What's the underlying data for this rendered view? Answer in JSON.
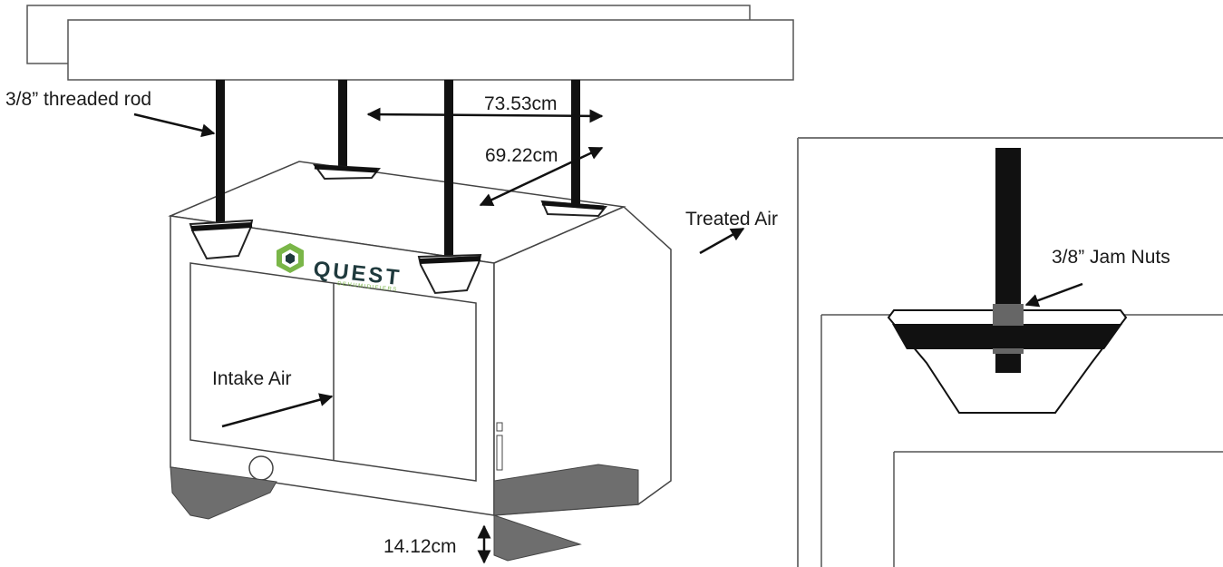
{
  "labels": {
    "threaded_rod": "3/8” threaded rod",
    "width_dim": "73.53cm",
    "depth_dim": "69.22cm",
    "treated_air": "Treated Air",
    "intake_air": "Intake Air",
    "height_dim": "14.12cm",
    "jam_nuts": "3/8” Jam Nuts"
  },
  "logo": {
    "brand": "QUEST",
    "tagline": "DEHUMIDIFIERS"
  },
  "colors": {
    "outline": "#444444",
    "rod": "#111111",
    "feet": "#6e6e6e",
    "jam_nut": "#666666",
    "brand_green": "#7ab648",
    "brand_dark": "#1f3a3d"
  }
}
